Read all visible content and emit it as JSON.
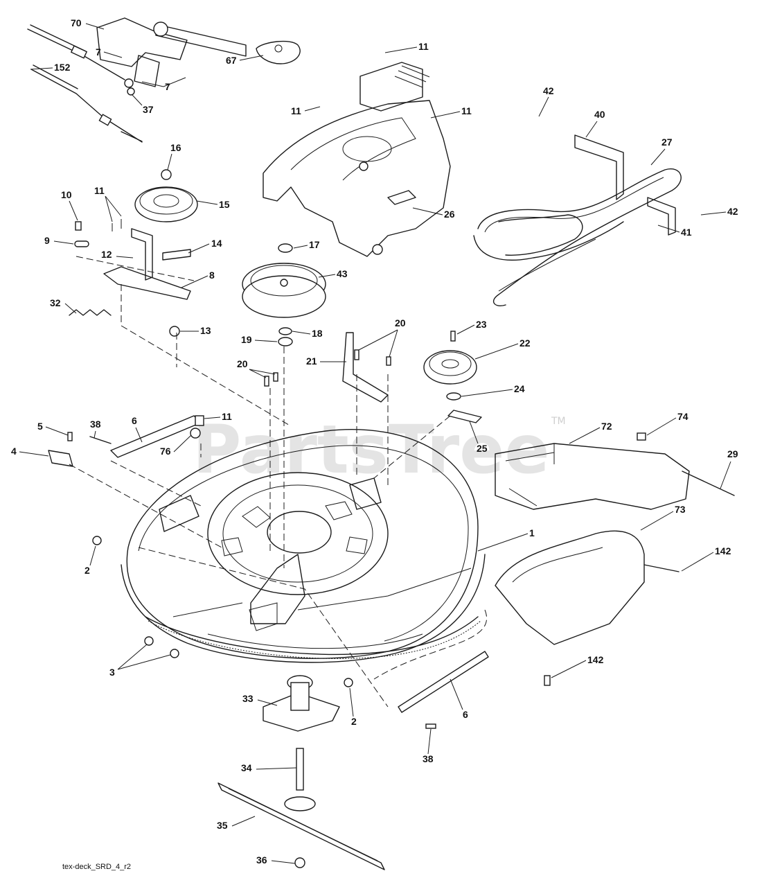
{
  "drawing_code": "tex-deck_SRD_4_r2",
  "watermark": {
    "text": "PartsTree",
    "trademark": "TM"
  },
  "callouts": [
    {
      "num": "70"
    },
    {
      "num": "7"
    },
    {
      "num": "7"
    },
    {
      "num": "152"
    },
    {
      "num": "37"
    },
    {
      "num": "67"
    },
    {
      "num": "11"
    },
    {
      "num": "11"
    },
    {
      "num": "11"
    },
    {
      "num": "26"
    },
    {
      "num": "42"
    },
    {
      "num": "40"
    },
    {
      "num": "27"
    },
    {
      "num": "42"
    },
    {
      "num": "41"
    },
    {
      "num": "16"
    },
    {
      "num": "15"
    },
    {
      "num": "11"
    },
    {
      "num": "10"
    },
    {
      "num": "9"
    },
    {
      "num": "12"
    },
    {
      "num": "14"
    },
    {
      "num": "8"
    },
    {
      "num": "32"
    },
    {
      "num": "13"
    },
    {
      "num": "17"
    },
    {
      "num": "43"
    },
    {
      "num": "18"
    },
    {
      "num": "19"
    },
    {
      "num": "20"
    },
    {
      "num": "21"
    },
    {
      "num": "20"
    },
    {
      "num": "23"
    },
    {
      "num": "22"
    },
    {
      "num": "24"
    },
    {
      "num": "25"
    },
    {
      "num": "5"
    },
    {
      "num": "4"
    },
    {
      "num": "38"
    },
    {
      "num": "6"
    },
    {
      "num": "11"
    },
    {
      "num": "76"
    },
    {
      "num": "72"
    },
    {
      "num": "74"
    },
    {
      "num": "29"
    },
    {
      "num": "1"
    },
    {
      "num": "73"
    },
    {
      "num": "142"
    },
    {
      "num": "142"
    },
    {
      "num": "2"
    },
    {
      "num": "3"
    },
    {
      "num": "2"
    },
    {
      "num": "33"
    },
    {
      "num": "6"
    },
    {
      "num": "38"
    },
    {
      "num": "34"
    },
    {
      "num": "35"
    },
    {
      "num": "36"
    }
  ]
}
